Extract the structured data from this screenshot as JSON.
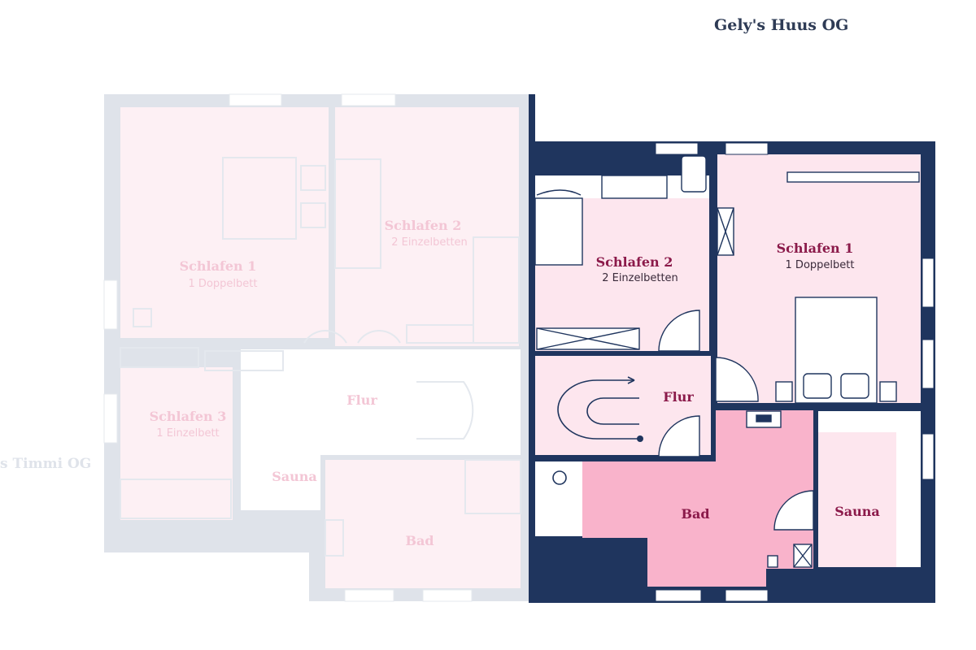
{
  "header": {
    "title": "Gely's Huus OG"
  },
  "left_plan": {
    "unit_label": "s Timmi OG",
    "rooms": {
      "schlafen1": {
        "name": "Schlafen 1",
        "detail": "1 Doppelbett"
      },
      "schlafen2": {
        "name": "Schlafen 2",
        "detail": "2 Einzelbetten"
      },
      "schlafen3": {
        "name": "Schlafen 3",
        "detail": "1 Einzelbett"
      },
      "flur": {
        "name": "Flur"
      },
      "sauna": {
        "name": "Sauna"
      },
      "bad": {
        "name": "Bad"
      }
    }
  },
  "right_plan": {
    "rooms": {
      "schlafen2": {
        "name": "Schlafen 2",
        "detail": "2 Einzelbetten"
      },
      "schlafen1": {
        "name": "Schlafen 1",
        "detail": "1 Doppelbett"
      },
      "flur": {
        "name": "Flur"
      },
      "bad": {
        "name": "Bad"
      },
      "sauna": {
        "name": "Sauna"
      }
    }
  },
  "colors": {
    "wall_dark": "#1f355e",
    "room_light": "#fde6ee",
    "bath_highlight": "#f9b3cb",
    "label": "#8b1a4a",
    "ghost_wall": "#dfe3ea",
    "ghost_room": "#fdf0f4",
    "ghost_label": "#f3c6d5"
  }
}
